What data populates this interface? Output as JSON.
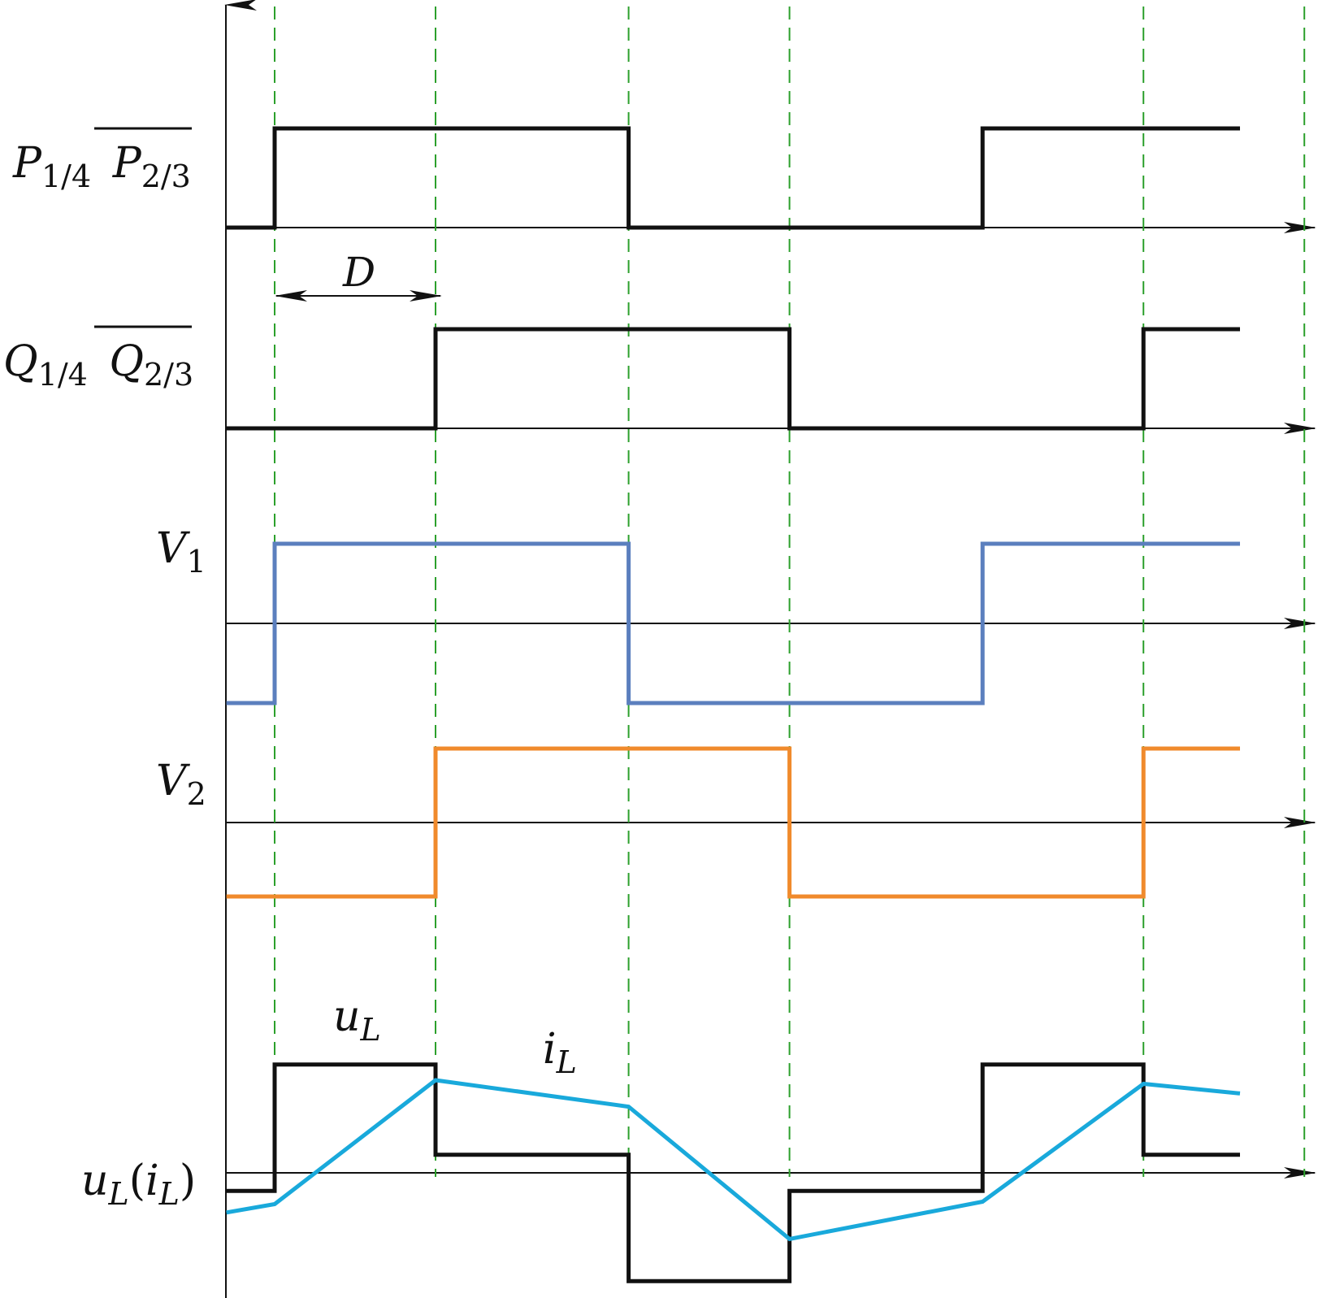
{
  "colors": {
    "axis": "#111111",
    "guide": "#2ca02c",
    "gate": "#111111",
    "v1": "#5b7fbe",
    "v2": "#f08a2c",
    "ul": "#111111",
    "il": "#19a9db"
  },
  "labels": {
    "p_main": "P",
    "p_sub": "1/4",
    "p_bar": "P",
    "p_bar_sub": "2/3",
    "q_main": "Q",
    "q_sub": "1/4",
    "q_bar": "Q",
    "q_bar_sub": "2/3",
    "v1_main": "V",
    "v1_sub": "1",
    "v2_main": "V",
    "v2_sub": "2",
    "ul_main": "u",
    "ul_sub": "L",
    "il_main": "i",
    "il_sub": "L",
    "axis_u": "u",
    "axis_u_sub": "L",
    "axis_open": "(",
    "axis_i": "i",
    "axis_i_sub": "L",
    "axis_close": ")",
    "d": "D"
  },
  "switching_times": [
    0.0,
    1.0,
    2.2,
    3.2,
    5.4,
    6.4
  ],
  "end_time": 7.0,
  "waveforms": {
    "p": {
      "t": [
        -0.3,
        0.0,
        0.0,
        2.2,
        2.2,
        4.4,
        4.4,
        6.0
      ],
      "level": [
        0,
        0,
        1,
        1,
        0,
        0,
        1,
        1
      ]
    },
    "q": {
      "t": [
        -0.3,
        1.0,
        1.0,
        3.2,
        3.2,
        5.4,
        5.4,
        6.0
      ],
      "level": [
        0,
        0,
        1,
        1,
        0,
        0,
        1,
        1
      ]
    },
    "v1": {
      "t": [
        -0.3,
        0.0,
        0.0,
        2.2,
        2.2,
        4.4,
        4.4,
        6.0
      ],
      "level": [
        -1,
        -1,
        1,
        1,
        -1,
        -1,
        1,
        1
      ]
    },
    "v2": {
      "t": [
        -0.3,
        1.0,
        1.0,
        3.2,
        3.2,
        5.4,
        5.4,
        6.0
      ],
      "level": [
        -1,
        -1,
        1,
        1,
        -1,
        -1,
        1,
        1
      ]
    },
    "ul": {
      "t": [
        -0.3,
        0.0,
        0.0,
        1.0,
        1.0,
        2.2,
        2.2,
        3.2,
        3.2,
        4.4,
        4.4,
        5.4,
        5.4,
        6.0
      ],
      "level": [
        -0.15,
        -0.15,
        0.9,
        0.9,
        0.15,
        0.15,
        -0.9,
        -0.9,
        -0.15,
        -0.15,
        0.9,
        0.9,
        0.15,
        0.15
      ]
    },
    "il": {
      "t": [
        -0.3,
        0.0,
        1.0,
        2.2,
        3.2,
        4.4,
        5.4,
        6.0
      ],
      "level": [
        -0.33,
        -0.26,
        0.77,
        0.55,
        -0.55,
        -0.24,
        0.74,
        0.66
      ]
    }
  }
}
